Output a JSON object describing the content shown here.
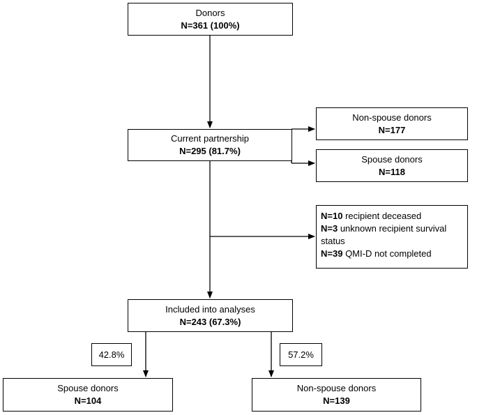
{
  "donors": {
    "label": "Donors",
    "n": "N=361 (100%)"
  },
  "partnership": {
    "label": "Current partnership",
    "n": "N=295 (81.7%)"
  },
  "non_spouse_top": {
    "label": "Non-spouse donors",
    "n": "N=177"
  },
  "spouse_top": {
    "label": "Spouse donors",
    "n": "N=118"
  },
  "exclusions": [
    {
      "n": "N=10",
      "text": " recipient deceased"
    },
    {
      "n": "N=3",
      "text": " unknown recipient survival status"
    },
    {
      "n": "N=39",
      "text": " QMI-D not completed"
    }
  ],
  "included": {
    "label": "Included into analyses",
    "n": "N=243 (67.3%)"
  },
  "pct_spouse": "42.8%",
  "pct_non_spouse": "57.2%",
  "spouse_bottom": {
    "label": "Spouse donors",
    "n": "N=104"
  },
  "non_spouse_bottom": {
    "label": "Non-spouse donors",
    "n": "N=139"
  }
}
